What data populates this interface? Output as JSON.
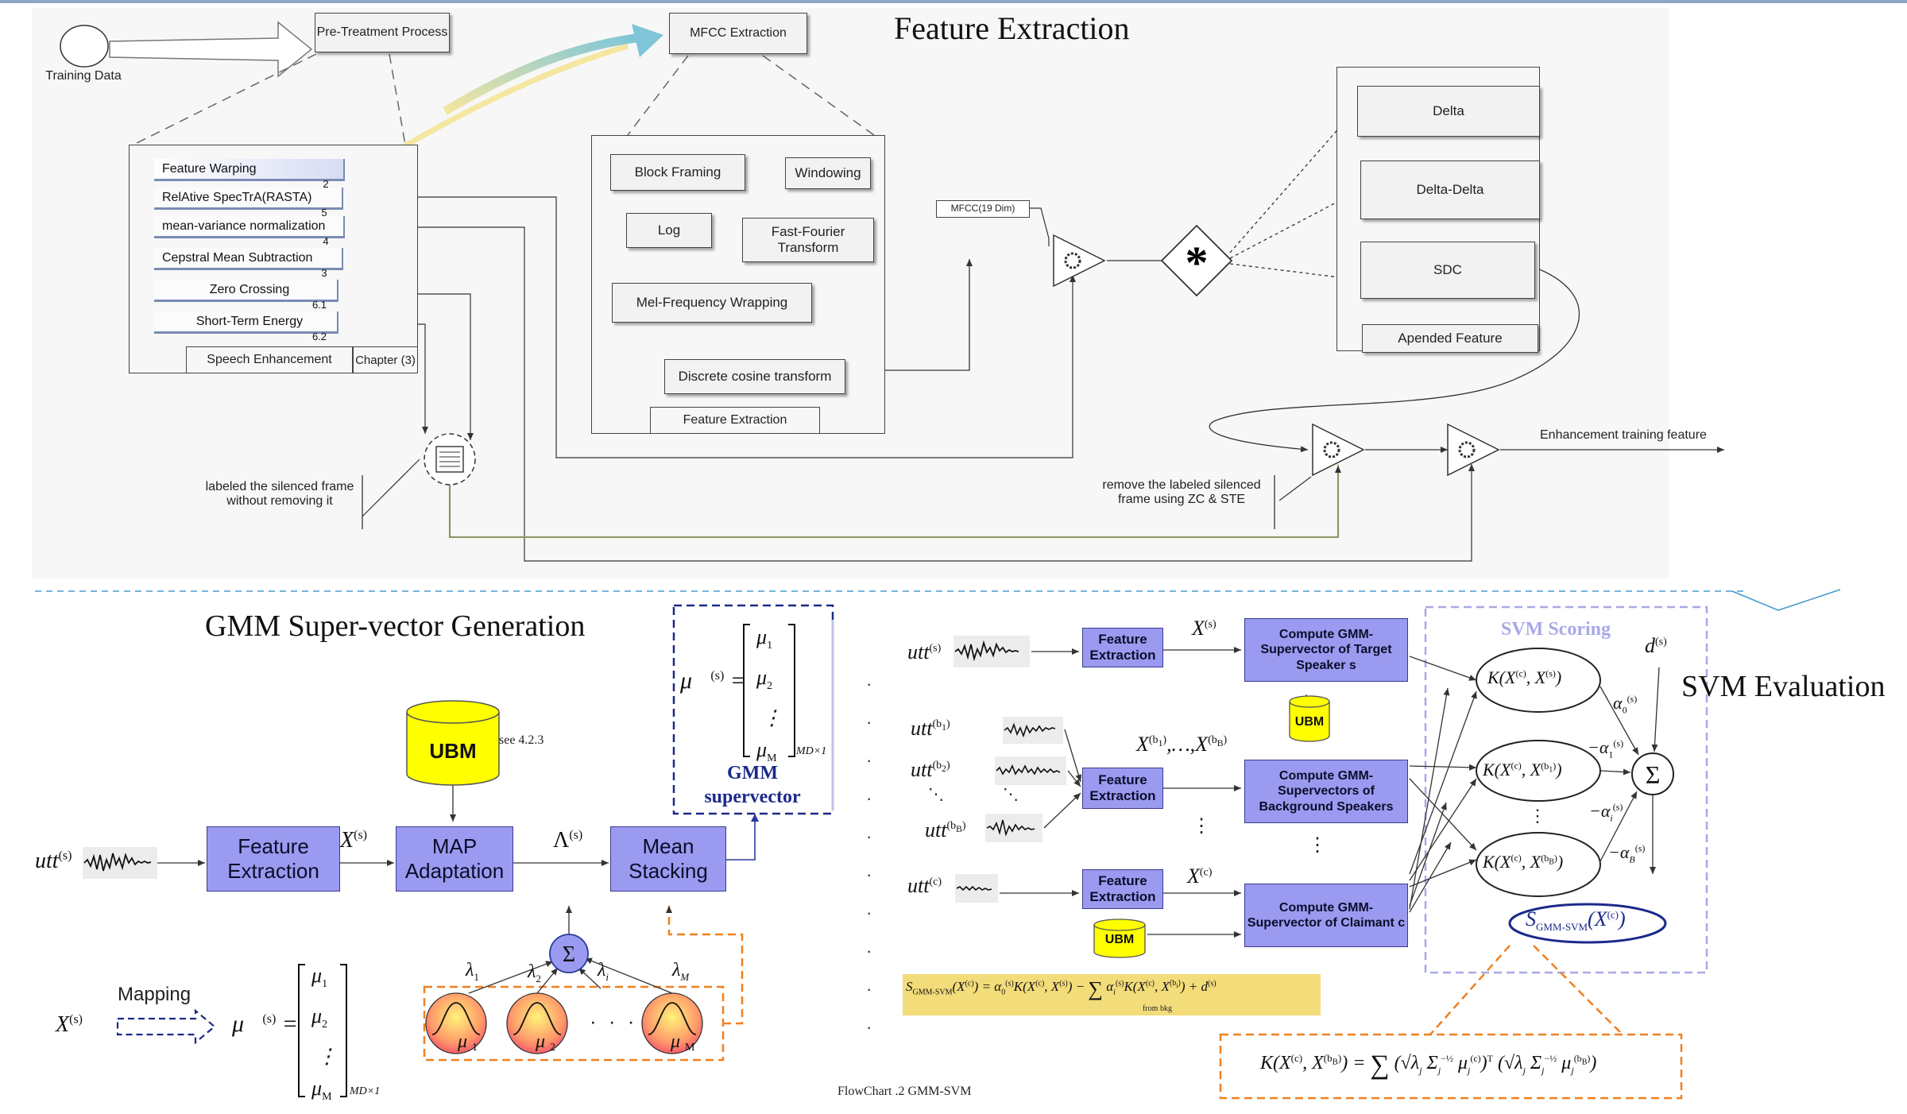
{
  "feature_extraction": {
    "title": "Feature Extraction",
    "training_data": "Training Data",
    "pre_treatment": "Pre-Treatment Process",
    "mfcc_extraction": "MFCC Extraction",
    "pretreatment_items": [
      {
        "label": "Feature Warping",
        "num": "2"
      },
      {
        "label": "RelAtive SpecTrA(RASTA)",
        "num": "5"
      },
      {
        "label": "mean-variance normalization",
        "num": "4"
      },
      {
        "label": "Cepstral Mean Subtraction",
        "num": "3"
      },
      {
        "label": "Zero Crossing",
        "num": "6.1"
      },
      {
        "label": "Short-Term Energy",
        "num": "6.2"
      }
    ],
    "speech_enhancement": "Speech Enhancement",
    "chapter": "Chapter (3)",
    "mfcc_steps": {
      "block_framing": "Block Framing",
      "windowing": "Windowing",
      "log": "Log",
      "fft": "Fast-Fourier Transform",
      "mel": "Mel-Frequency Wrapping",
      "dct": "Discrete cosine transform",
      "footer": "Feature Extraction"
    },
    "mfcc_dim": "MFCC(19 Dim)",
    "deltas": {
      "delta": "Delta",
      "delta_delta": "Delta-Delta",
      "sdc": "SDC",
      "appended": "Apended Feature"
    },
    "labeled_note": "labeled the silenced frame without removing it",
    "remove_note": "remove the labeled silenced frame using ZC & STE",
    "output_label": "Enhancement training feature"
  },
  "gmm": {
    "title": "GMM Super-vector Generation",
    "input": "utt",
    "feature_extraction": "Feature Extraction",
    "map_adaptation": "MAP Adaptation",
    "mean_stacking": "Mean Stacking",
    "ubm": "UBM",
    "see_ref": "see 4.2.3",
    "gmm_supervector": "GMM supervector",
    "mapping": "Mapping",
    "ellipsis": "· · ·"
  },
  "svm": {
    "title": "SVM Evaluation",
    "scoring": "SVM Scoring",
    "feature_extraction": "Feature Extraction",
    "target_box": "Compute GMM-Supervector of Target Speaker s",
    "background_box": "Compute GMM-Supervectors of Background Speakers",
    "claimant_box": "Compute GMM-Supervector of Claimant c",
    "ubm": "UBM",
    "caption": "FlowChart .2 GMM-SVM",
    "from_bkg": "from bkg"
  },
  "colors": {
    "process_fill": "#9a9af0",
    "ubm_fill": "#ffff00",
    "orange_dash": "#f08020",
    "navy": "#1a2a8a",
    "score_lavender": "#a8a8e8",
    "formula_bg": "#f3dc7a"
  }
}
